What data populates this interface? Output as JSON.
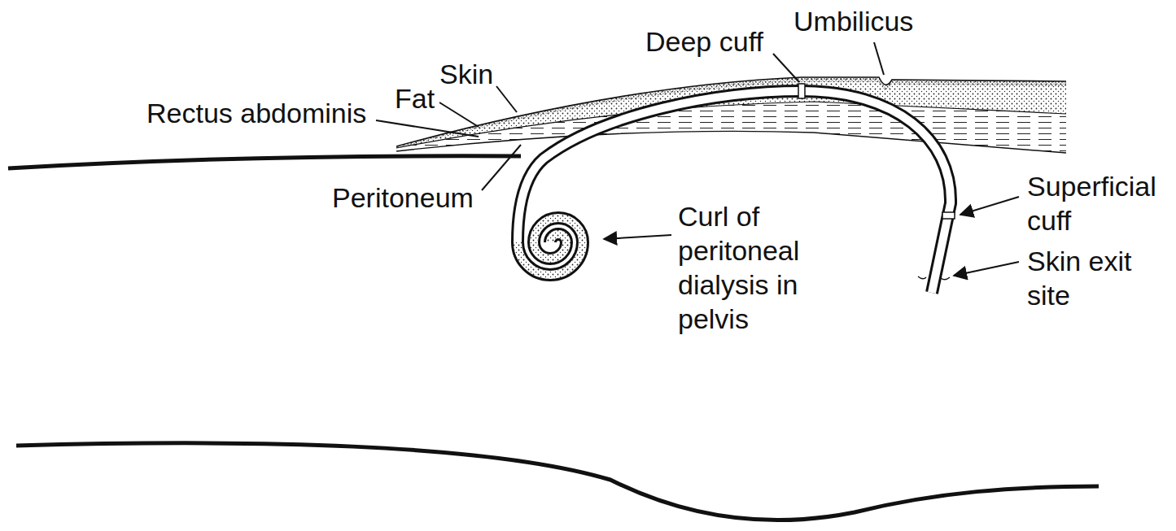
{
  "diagram": {
    "labels": [
      "Skin",
      "Fat",
      "Rectus abdominis",
      "Peritoneum",
      "Deep cuff",
      "Umbilicus",
      "Curl of peritoneal dialysis in pelvis",
      "Superficial cuff",
      "Skin exit site"
    ]
  }
}
